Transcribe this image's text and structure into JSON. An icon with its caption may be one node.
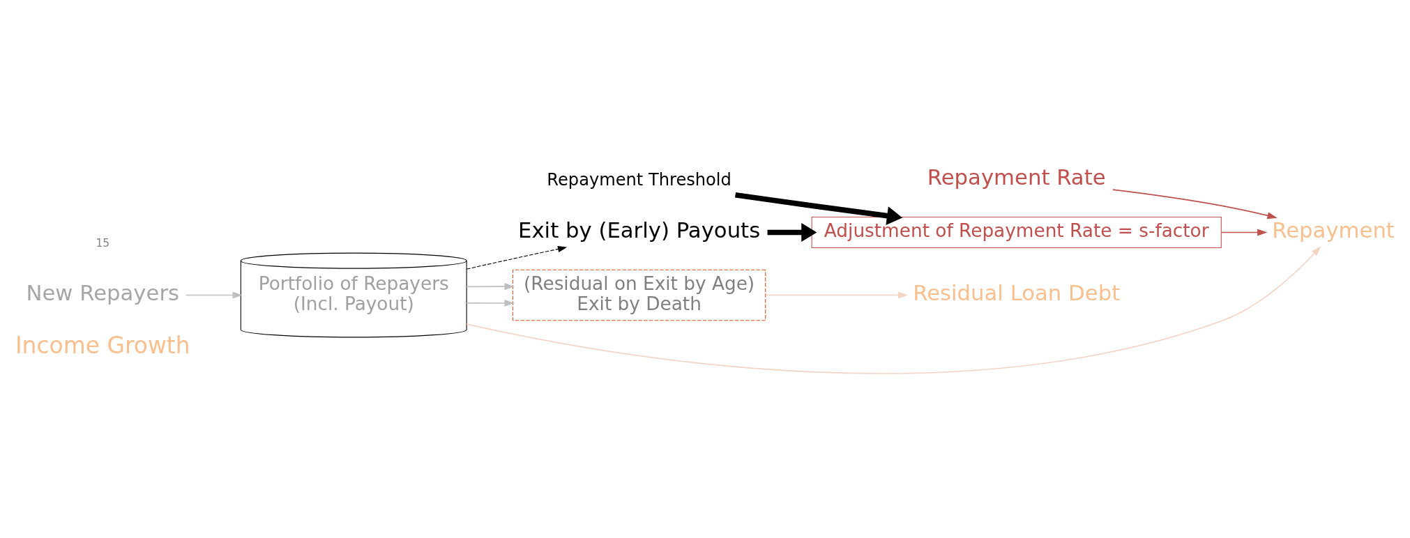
{
  "diagram": {
    "nodes": [
      {
        "text": [
          "Income Growth"
        ]
      },
      {
        "text": [
          "Portfolio of Repayers",
          "(Incl. Payout)"
        ]
      },
      {
        "text": [
          "New Repayers"
        ]
      },
      {
        "text": [
          "Exit by (Early) Payouts"
        ]
      },
      {
        "text": [
          "(Residual on Exit by Age)",
          "Exit by Death"
        ]
      },
      {
        "text": [
          "Repayment Rate"
        ]
      },
      {
        "text": [
          "Adjustment of Repayment Rate = s-factor"
        ]
      },
      {
        "text": [
          "Repayment"
        ]
      },
      {
        "text": [
          "Residual Loan Debt"
        ]
      },
      {
        "text": [
          "Repayment Threshold"
        ]
      }
    ],
    "edges": [
      {
        "from": 2,
        "to": 1,
        "arrow": "to",
        "color": "#bfbfbf"
      },
      {
        "from": 1,
        "to": 3,
        "arrow": "to",
        "style": "dashed",
        "color": "#000000"
      },
      {
        "from": 1,
        "to": 4,
        "arrow": "to",
        "color": "#bfbfbf"
      },
      {
        "from": 1,
        "to": 4,
        "arrow": "to",
        "color": "#bfbfbf"
      },
      {
        "from": 1,
        "to": 7,
        "arrow": "to",
        "color": "#f4d3c4"
      },
      {
        "from": 4,
        "to": 8,
        "arrow": "to",
        "color": "#f4d3c4"
      },
      {
        "from": 5,
        "to": 7,
        "arrow": "to",
        "color": "#c0504d"
      },
      {
        "from": 6,
        "to": 7,
        "arrow": "to",
        "color": "#c0504d"
      },
      {
        "from": 3,
        "to": 6,
        "arrow": "to",
        "style": "thick",
        "color": "#000000"
      },
      {
        "from": 9,
        "to": 6,
        "arrow": "to",
        "style": "thick",
        "color": "#000000"
      }
    ],
    "labels": [
      "15"
    ]
  }
}
